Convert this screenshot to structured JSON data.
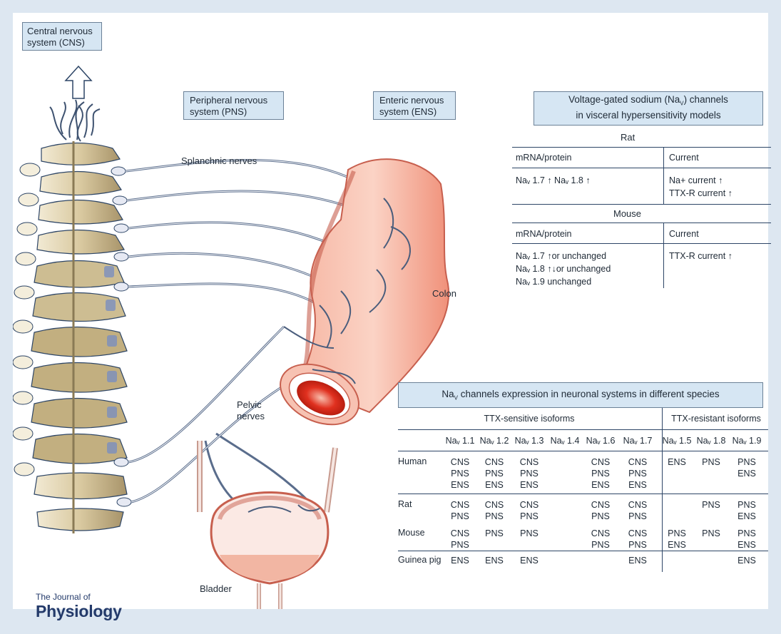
{
  "labels": {
    "cns": "Central nervous system (CNS)",
    "pns": "Peripheral nervous system (PNS)",
    "ens": "Enteric nervous system (ENS)",
    "splanchnic": "Splanchnic nerves",
    "pelvic": "Pelvic nerves",
    "colon": "Colon",
    "bladder": "Bladder",
    "logo_small": "The Journal of",
    "logo_big": "Physiology"
  },
  "visceral_table": {
    "title_pre": "Voltage-gated sodium (Na",
    "title_sub": "V",
    "title_post": ") channels",
    "title_line2": "in visceral hypersensitivity models",
    "rat_label": "Rat",
    "mouse_label": "Mouse",
    "col_mrna": "mRNA/protein",
    "col_current": "Current",
    "rat_mrna": "Naᵥ 1.7 ↑ Naᵥ 1.8  ↑",
    "rat_current_1": "Na+ current ↑",
    "rat_current_2": "TTX-R current ↑",
    "mouse_mrna_1": "Naᵥ 1.7 ↑or unchanged",
    "mouse_mrna_2": "Naᵥ 1.8  ↑↓or unchanged",
    "mouse_mrna_3": "Naᵥ 1.9 unchanged",
    "mouse_current": "TTX-R current ↑"
  },
  "expression_table": {
    "title_pre": "Na",
    "title_sub": "V",
    "title_post": " channels expression in neuronal systems in different species",
    "group_sensitive": "TTX-sensitive isoforms",
    "group_resistant": "TTX-resistant isoforms",
    "isoforms": [
      "Naᵥ 1.1",
      "Naᵥ 1.2",
      "Naᵥ 1.3",
      "Naᵥ 1.4",
      "Naᵥ 1.6",
      "Naᵥ 1.7",
      "Naᵥ 1.5",
      "Naᵥ 1.8",
      "Naᵥ 1.9"
    ],
    "rows": [
      {
        "species": "Human",
        "cells": [
          "CNS\nPNS\nENS",
          "CNS\nPNS\nENS",
          "CNS\nPNS\nENS",
          "",
          "CNS\nPNS\nENS",
          "CNS\nPNS\nENS",
          "ENS",
          "PNS",
          "PNS\nENS"
        ]
      },
      {
        "species": "Rat",
        "cells": [
          "CNS\nPNS",
          "CNS\nPNS",
          "CNS\nPNS",
          "",
          "CNS\nPNS",
          "CNS\nPNS",
          "",
          "PNS",
          "PNS\nENS"
        ]
      },
      {
        "species": "Mouse",
        "cells": [
          "CNS\nPNS",
          "PNS",
          "PNS",
          "",
          "CNS\nPNS",
          "CNS\nPNS",
          "PNS\nENS",
          "PNS",
          "PNS\nENS"
        ]
      },
      {
        "species": "Guinea pig",
        "cells": [
          "ENS",
          "ENS",
          "ENS",
          "",
          "",
          "ENS",
          "",
          "",
          "ENS"
        ]
      }
    ]
  },
  "colors": {
    "background": "#dde7f1",
    "box_fill": "#d6e6f3",
    "line": "#2d4566",
    "colon": "#f3a48e",
    "bone": "#e9dfc3"
  }
}
